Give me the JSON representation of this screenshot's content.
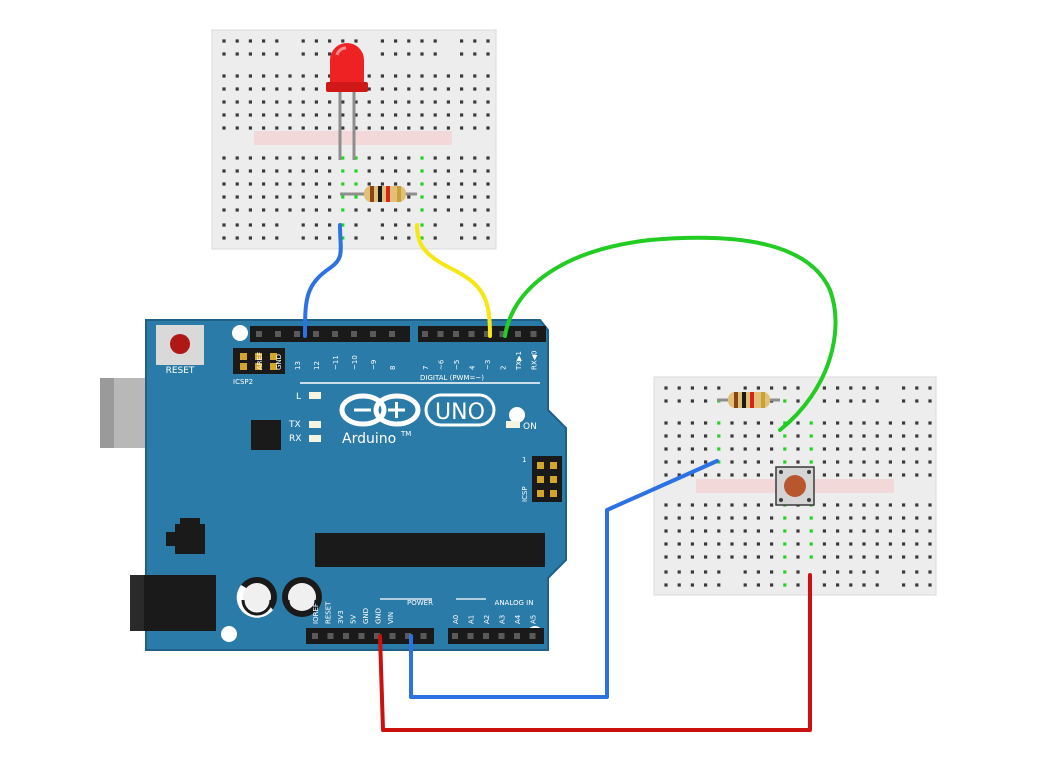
{
  "arduino": {
    "name": "Arduino",
    "tm": "TM",
    "model": "UNO",
    "reset_label": "RESET",
    "icsp2_label": "ICSP2",
    "icsp_label": "ICSP",
    "icsp_pin1": "1",
    "led_l": "L",
    "led_tx": "TX",
    "led_rx": "RX",
    "on_label": "ON",
    "digital_label": "DIGITAL (PWM=~)",
    "power_label": "POWER",
    "analog_label": "ANALOG IN",
    "top_left_pins": [
      "AREF",
      "GND",
      "13",
      "12",
      "~11",
      "~10",
      "~9",
      "8"
    ],
    "top_right_pins": [
      "7",
      "~6",
      "~5",
      "4",
      "~3",
      "2",
      "TX▶1",
      "RX◀0"
    ],
    "power_pins": [
      "IOREF",
      "RESET",
      "3V3",
      "5V",
      "GND",
      "GND",
      "VIN"
    ],
    "analog_pins": [
      "A0",
      "A1",
      "A2",
      "A3",
      "A4",
      "A5"
    ]
  },
  "colors": {
    "board": "#2B7BA8",
    "board_edge": "#1E6088",
    "breadboard": "#EDEDED",
    "hole": "#3A3A3A",
    "hole_active": "#22D422",
    "wire_blue": "#2C72E2",
    "wire_yellow": "#F6E712",
    "wire_green": "#22CC22",
    "wire_red": "#CC1111",
    "led_red": "#EE2222",
    "button_cap": "#B8562E"
  },
  "components": [
    "led-red",
    "resistor-led",
    "resistor-button",
    "push-button"
  ]
}
